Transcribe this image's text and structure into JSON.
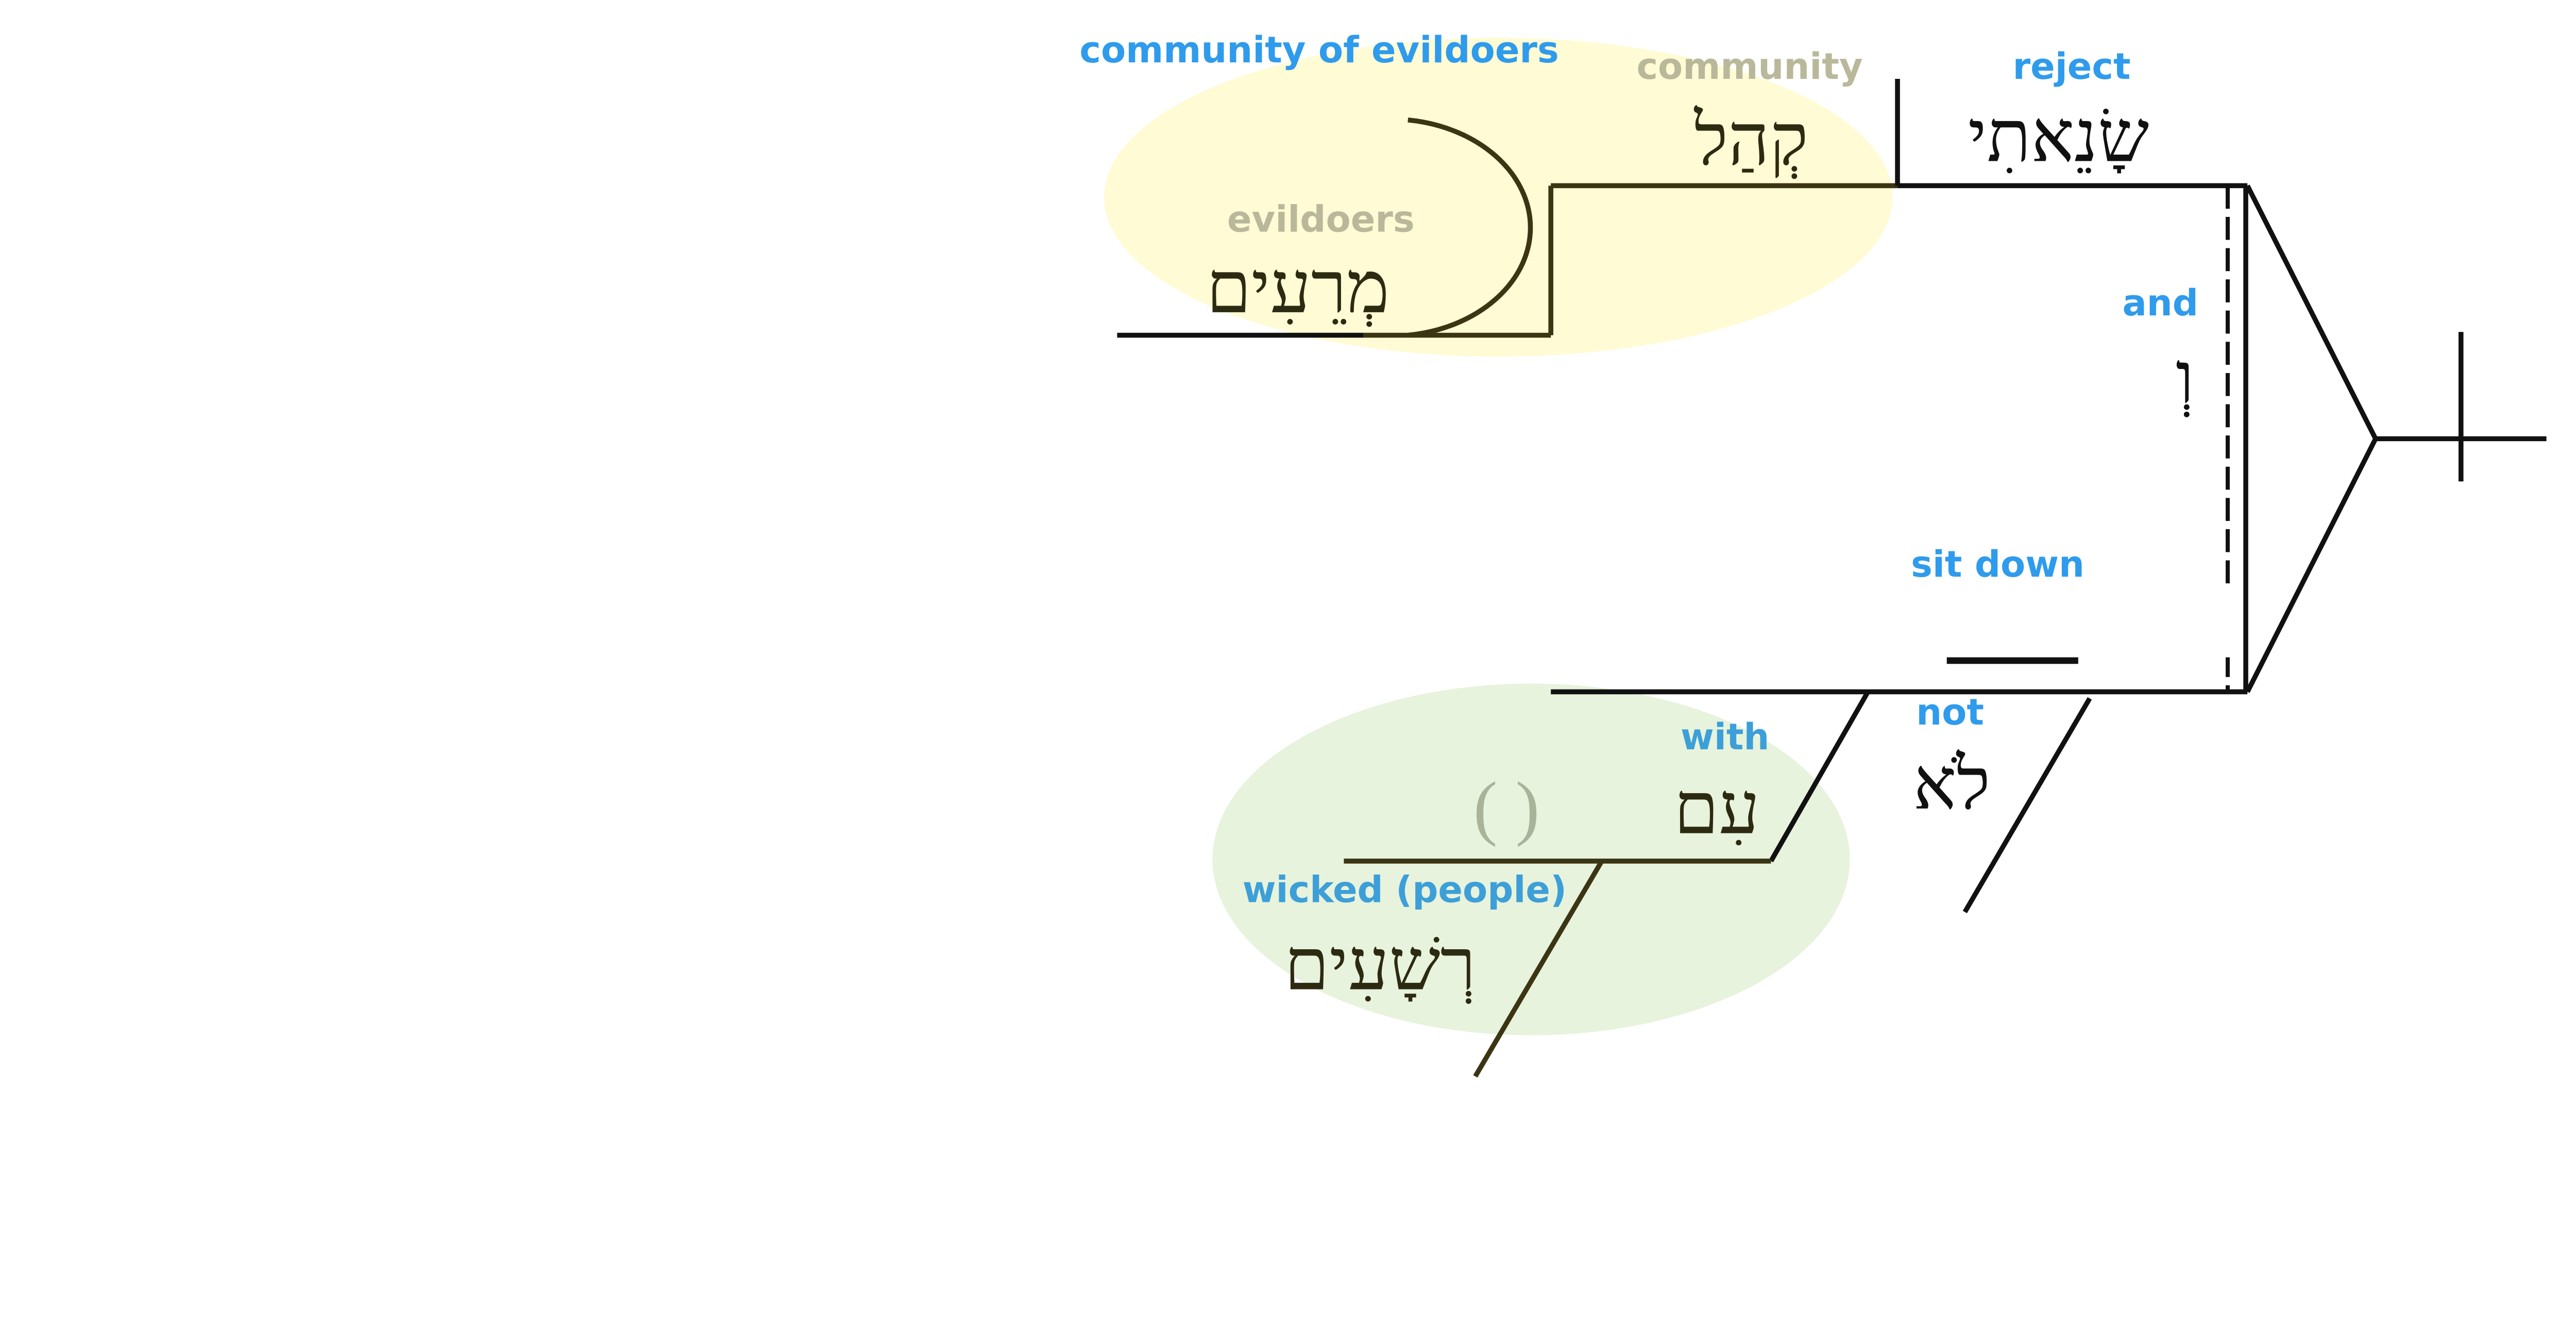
{
  "diagram": {
    "colors": {
      "highlight_yellow": "#fffbd4",
      "highlight_green": "#e7f3dc",
      "gloss_blue": "#2f9bec",
      "gloss_gray": "#b9b89a"
    },
    "phrase_label": "community of evildoers",
    "words": {
      "community": {
        "gloss": "community",
        "hebrew": "קְהַל"
      },
      "evildoers": {
        "gloss": "evildoers",
        "hebrew": "מְרֵעִים"
      },
      "reject": {
        "gloss": "reject",
        "hebrew": "שָׂנֵאתִי"
      },
      "and": {
        "gloss": "and",
        "hebrew": "וְ"
      },
      "sit_down": {
        "gloss": "sit down"
      },
      "not": {
        "gloss": "not",
        "hebrew": "לֹא"
      },
      "with": {
        "gloss": "with",
        "hebrew": "עִם"
      },
      "implied": {
        "hebrew": "( )"
      },
      "wicked": {
        "gloss": "wicked (people)",
        "hebrew": "רְשָׁעִים"
      }
    }
  }
}
